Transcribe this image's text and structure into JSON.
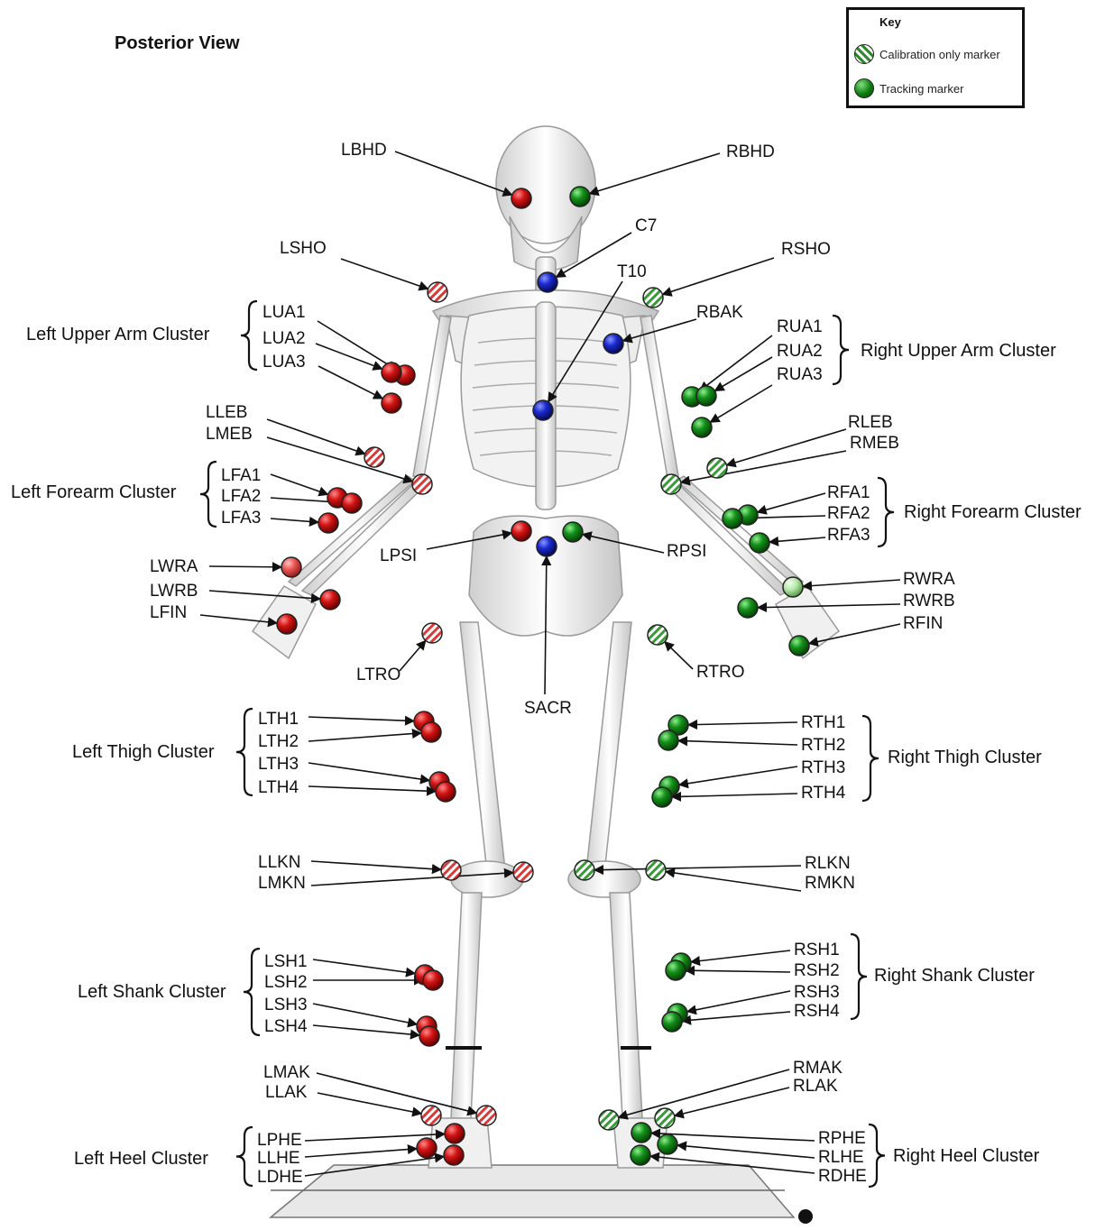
{
  "title": "Posterior View",
  "key": {
    "title": "Key",
    "calibration_label": "Calibration  only marker",
    "tracking_label": "Tracking  marker"
  },
  "colors": {
    "left_tracking": "#cc1111",
    "right_tracking": "#118811",
    "central": "#1a2ad0",
    "calib_left": "#e07070",
    "calib_right": "#4caf50"
  },
  "labels": {
    "LBHD": "LBHD",
    "RBHD": "RBHD",
    "C7": "C7",
    "T10": "T10",
    "LSHO": "LSHO",
    "RSHO": "RSHO",
    "RBAK": "RBAK",
    "LUA1": "LUA1",
    "LUA2": "LUA2",
    "LUA3": "LUA3",
    "RUA1": "RUA1",
    "RUA2": "RUA2",
    "RUA3": "RUA3",
    "LLEB": "LLEB",
    "LMEB": "LMEB",
    "RLEB": "RLEB",
    "RMEB": "RMEB",
    "LFA1": "LFA1",
    "LFA2": "LFA2",
    "LFA3": "LFA3",
    "RFA1": "RFA1",
    "RFA2": "RFA2",
    "RFA3": "RFA3",
    "LPSI": "LPSI",
    "RPSI": "RPSI",
    "SACR": "SACR",
    "LWRA": "LWRA",
    "LWRB": "LWRB",
    "LFIN": "LFIN",
    "RWRA": "RWRA",
    "RWRB": "RWRB",
    "RFIN": "RFIN",
    "LTRO": "LTRO",
    "RTRO": "RTRO",
    "LTH1": "LTH1",
    "LTH2": "LTH2",
    "LTH3": "LTH3",
    "LTH4": "LTH4",
    "RTH1": "RTH1",
    "RTH2": "RTH2",
    "RTH3": "RTH3",
    "RTH4": "RTH4",
    "LLKN": "LLKN",
    "LMKN": "LMKN",
    "RLKN": "RLKN",
    "RMKN": "RMKN",
    "LSH1": "LSH1",
    "LSH2": "LSH2",
    "LSH3": "LSH3",
    "LSH4": "LSH4",
    "RSH1": "RSH1",
    "RSH2": "RSH2",
    "RSH3": "RSH3",
    "RSH4": "RSH4",
    "LMAK": "LMAK",
    "LLAK": "LLAK",
    "RMAK": "RMAK",
    "RLAK": "RLAK",
    "LPHE": "LPHE",
    "LLHE": "LLHE",
    "LDHE": "LDHE",
    "RPHE": "RPHE",
    "RLHE": "RLHE",
    "RDHE": "RDHE"
  },
  "clusters": {
    "left_upper_arm": "Left Upper Arm Cluster",
    "right_upper_arm": "Right Upper Arm Cluster",
    "left_forearm": "Left Forearm Cluster",
    "right_forearm": "Right Forearm Cluster",
    "left_thigh": "Left Thigh Cluster",
    "right_thigh": "Right Thigh Cluster",
    "left_shank": "Left Shank Cluster",
    "right_shank": "Right Shank Cluster",
    "left_heel": "Left Heel Cluster",
    "right_heel": "Right Heel Cluster"
  }
}
